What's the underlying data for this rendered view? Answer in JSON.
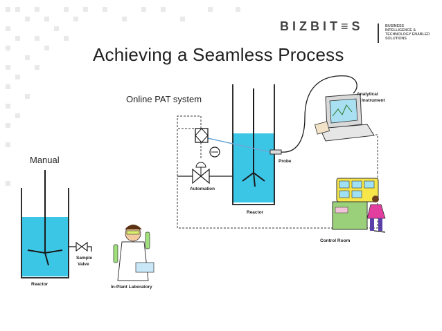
{
  "slide": {
    "title": "Achieving a Seamless Process"
  },
  "brand": {
    "word": "BIZBIT≡S",
    "tagline": [
      "BUSINESS",
      "INTELLIGENCE &",
      "TECHNOLOGY ENABLED",
      "SOLUTIONS"
    ]
  },
  "diagram": {
    "online_label": "Online PAT system",
    "manual_label": "Manual",
    "automation_label": "Automation",
    "probe_label": "Probe",
    "online_reactor_label": "Reactor",
    "analytical_label_line1": "Analytical",
    "analytical_label_line2": "Instrument",
    "control_room_label": "Control Room",
    "sample_valve_line1": "Sample",
    "sample_valve_line2": "Valve",
    "manual_reactor_label": "Reactor",
    "lab_label": "In-Plant Laboratory"
  },
  "colors": {
    "liquid": "#3cc6e6",
    "line": "#1a1a1a",
    "probe_link": "#6aa8d8"
  }
}
